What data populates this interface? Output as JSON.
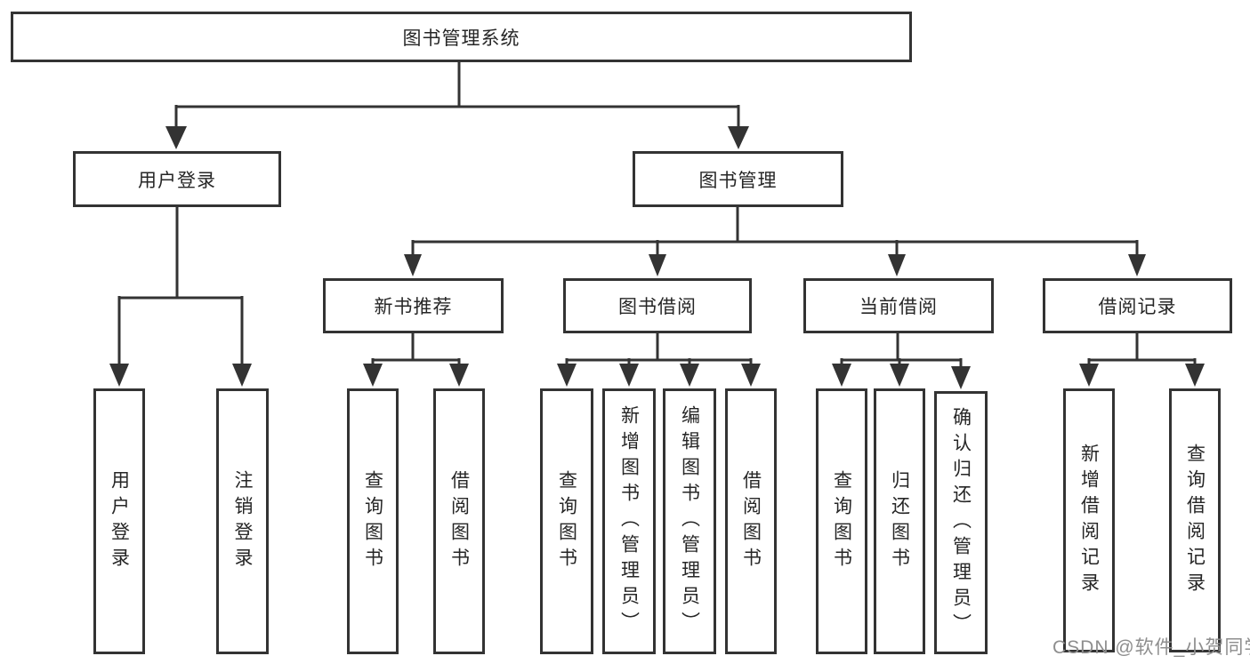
{
  "tree": {
    "root": "图书管理系统",
    "branches": [
      {
        "label": "用户登录",
        "children": [
          "用户登录",
          "注销登录"
        ]
      },
      {
        "label": "图书管理",
        "groups": [
          {
            "label": "新书推荐",
            "children": [
              "查询图书",
              "借阅图书"
            ]
          },
          {
            "label": "图书借阅",
            "children": [
              "查询图书",
              "新增图书（管理员）",
              "编辑图书（管理员）",
              "借阅图书"
            ]
          },
          {
            "label": "当前借阅",
            "children": [
              "查询图书",
              "归还图书",
              "确认归还（管理员）"
            ]
          },
          {
            "label": "借阅记录",
            "children": [
              "新增借阅记录",
              "查询借阅记录"
            ]
          }
        ]
      }
    ]
  },
  "watermark": "CSDN @软件_小贺同学",
  "colors": {
    "line": "#333333",
    "text": "#262626",
    "watermark": "#8e8e8e",
    "bg": "#ffffff"
  }
}
